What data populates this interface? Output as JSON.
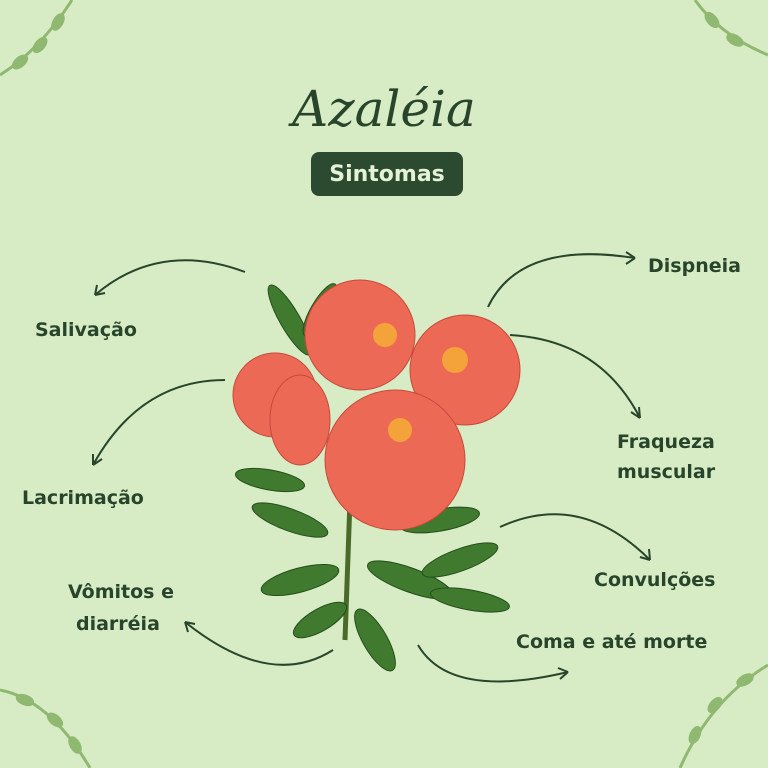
{
  "title": "Azaléia",
  "subtitle": "Sintomas",
  "symptoms": {
    "salivacao": "Salivação",
    "lacrimacao": "Lacrimação",
    "vomitos_1": "Vômitos e",
    "vomitos_2": "diarréia",
    "dispneia": "Dispneia",
    "fraqueza_1": "Fraqueza",
    "fraqueza_2": "muscular",
    "convulsoes": "Convulções",
    "coma": "Coma e até morte"
  },
  "colors": {
    "background": "#d7ecc5",
    "accent": "#2b4a30",
    "flower": "#ec6a55",
    "leaf": "#3f7a2e"
  }
}
